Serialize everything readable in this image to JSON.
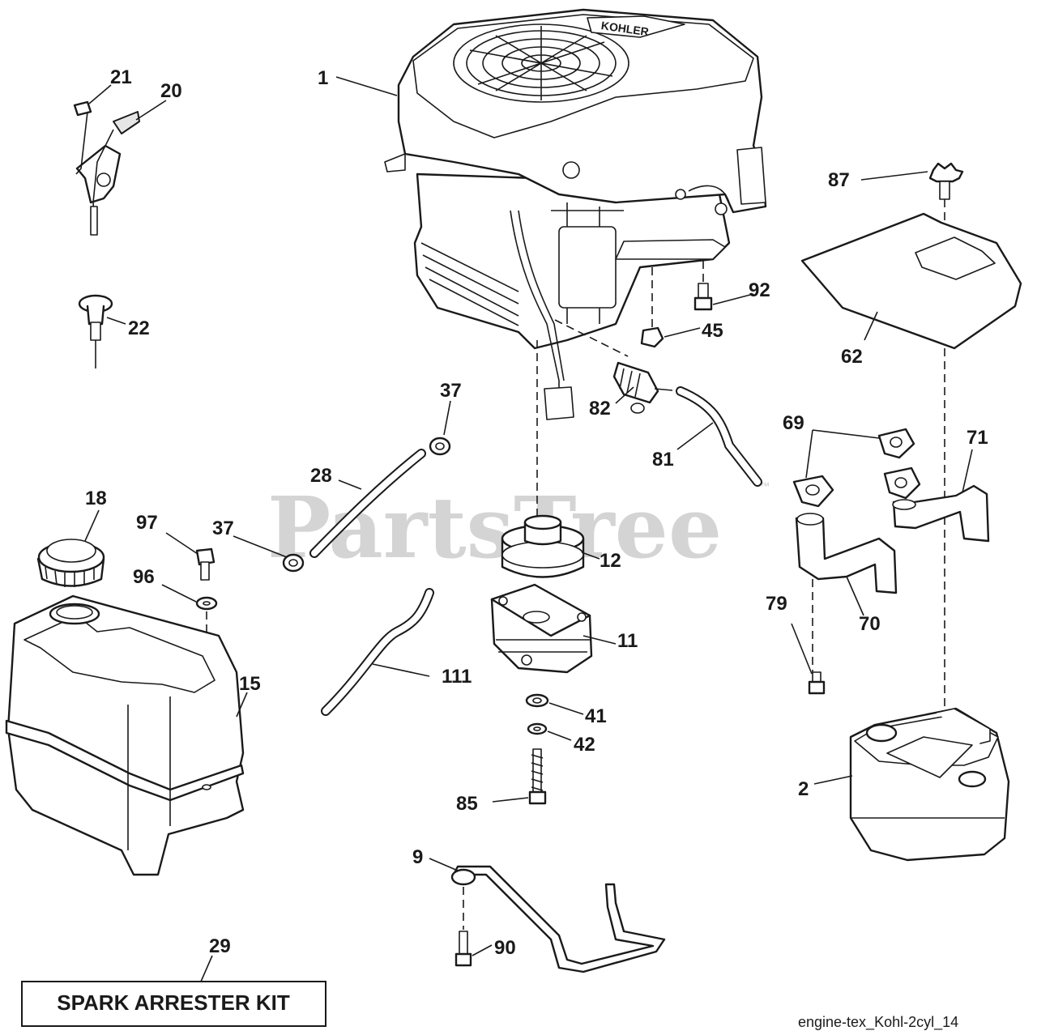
{
  "watermark": {
    "text": "PartsTree",
    "tm": "™"
  },
  "engine_brand": "KOHLER",
  "kit_label": "SPARK ARRESTER KIT",
  "file_name": "engine-tex_Kohl-2cyl_14",
  "callouts": {
    "c1": "1",
    "c2": "2",
    "c9": "9",
    "c11": "11",
    "c12": "12",
    "c15": "15",
    "c18": "18",
    "c20": "20",
    "c21": "21",
    "c22": "22",
    "c28": "28",
    "c29": "29",
    "c37a": "37",
    "c37b": "37",
    "c41": "41",
    "c42": "42",
    "c45": "45",
    "c62": "62",
    "c69": "69",
    "c70": "70",
    "c71": "71",
    "c79": "79",
    "c81": "81",
    "c82": "82",
    "c85": "85",
    "c87": "87",
    "c90": "90",
    "c92": "92",
    "c96": "96",
    "c97": "97",
    "c111": "111"
  }
}
